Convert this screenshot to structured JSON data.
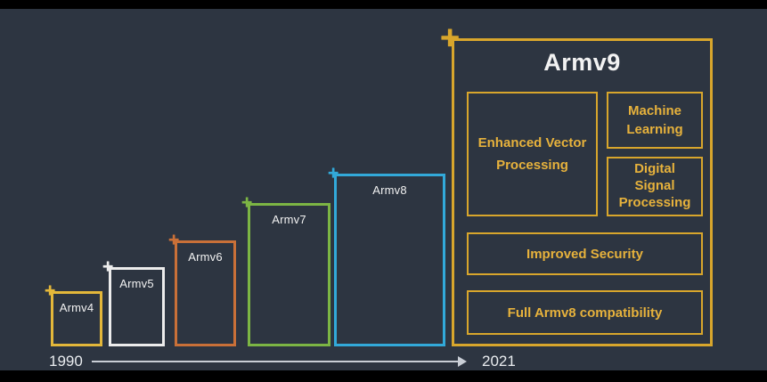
{
  "colors": {
    "stage_background": "#2d3541",
    "letterbox": "#000000",
    "arrow": "#c9ced6",
    "label_text": "#f2f2f2"
  },
  "icons": {
    "plus": "+"
  },
  "timeline": {
    "start_year": "1990",
    "end_year": "2021"
  },
  "versions": [
    {
      "label": "Armv4",
      "color": "#e3b73a"
    },
    {
      "label": "Armv5",
      "color": "#ececec"
    },
    {
      "label": "Armv6",
      "color": "#c97038"
    },
    {
      "label": "Armv7",
      "color": "#7cb544"
    },
    {
      "label": "Armv8",
      "color": "#32a9d9"
    }
  ],
  "armv9": {
    "title": "Armv9",
    "border_color": "#d8a62c",
    "text_color": "#e7b23c",
    "features": [
      {
        "label": "Enhanced Vector Processing"
      },
      {
        "label": "Machine Learning"
      },
      {
        "label": "Digital Signal Processing"
      },
      {
        "label": "Improved Security"
      },
      {
        "label": "Full Armv8 compatibility"
      }
    ]
  }
}
